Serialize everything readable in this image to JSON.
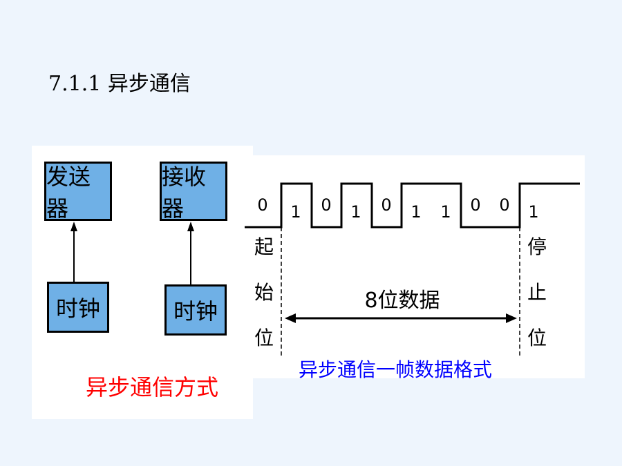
{
  "slide": {
    "title": "7.1.1 异步通信"
  },
  "async_mode": {
    "transmitter": "发送器",
    "receiver": "接收器",
    "clock_left": "时钟",
    "clock_right": "时钟",
    "caption": "异步通信方式"
  },
  "frame": {
    "bits": [
      "0",
      "1",
      "0",
      "1",
      "0",
      "1",
      "1",
      "0",
      "0",
      "1"
    ],
    "start_label": [
      "起",
      "始",
      "位"
    ],
    "data_label": "8位数据",
    "stop_label": [
      "停",
      "止",
      "位"
    ],
    "caption": "异步通信一帧数据格式"
  },
  "colors": {
    "box_fill": "#6fb0e6",
    "left_caption": "#ff0000",
    "right_caption": "#0000ff",
    "background": "#eef5fd"
  }
}
